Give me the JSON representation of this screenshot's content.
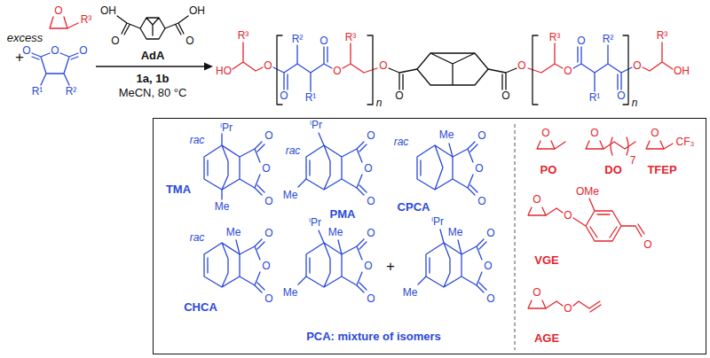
{
  "diagram": {
    "nodes": [
      {
        "text": [
          "TMA",
          "PMA",
          "CPCA",
          "CHCA",
          "PCA: mixture of isomers",
          "PO",
          "DO",
          "TFEP",
          "VGE",
          "AGE"
        ]
      }
    ],
    "labels": [
      "excess",
      "O",
      "R³",
      "+",
      "O",
      "O",
      "O",
      "R¹",
      "R²",
      "OH",
      "O",
      "OH",
      "O",
      "AdA",
      "1a, 1b",
      "MeCN, 80 °C",
      "R³",
      "HO",
      "O",
      "O",
      "R²",
      "R¹",
      "O",
      "O",
      "R³",
      "n",
      "O",
      "O",
      "O",
      "O",
      "R³",
      "O",
      "O",
      "R¹",
      "R²",
      "O",
      "n",
      "O",
      "R³",
      "OH",
      "ⁱPr",
      "rac",
      "Me",
      "O",
      "O",
      "O",
      "ⁱPr",
      "rac",
      "Me",
      "O",
      "O",
      "O",
      "rac",
      "Me",
      "O",
      "O",
      "O",
      "rac",
      "Me",
      "O",
      "O",
      "O",
      "ⁱPr",
      "Me",
      "Me",
      "O",
      "O",
      "O",
      "+",
      "ⁱPr",
      "Me",
      "Me",
      "O",
      "O",
      "O",
      "O",
      "O",
      "7",
      "O",
      "CF₃",
      "O",
      "O",
      "OMe",
      "O",
      "O",
      "O"
    ]
  }
}
